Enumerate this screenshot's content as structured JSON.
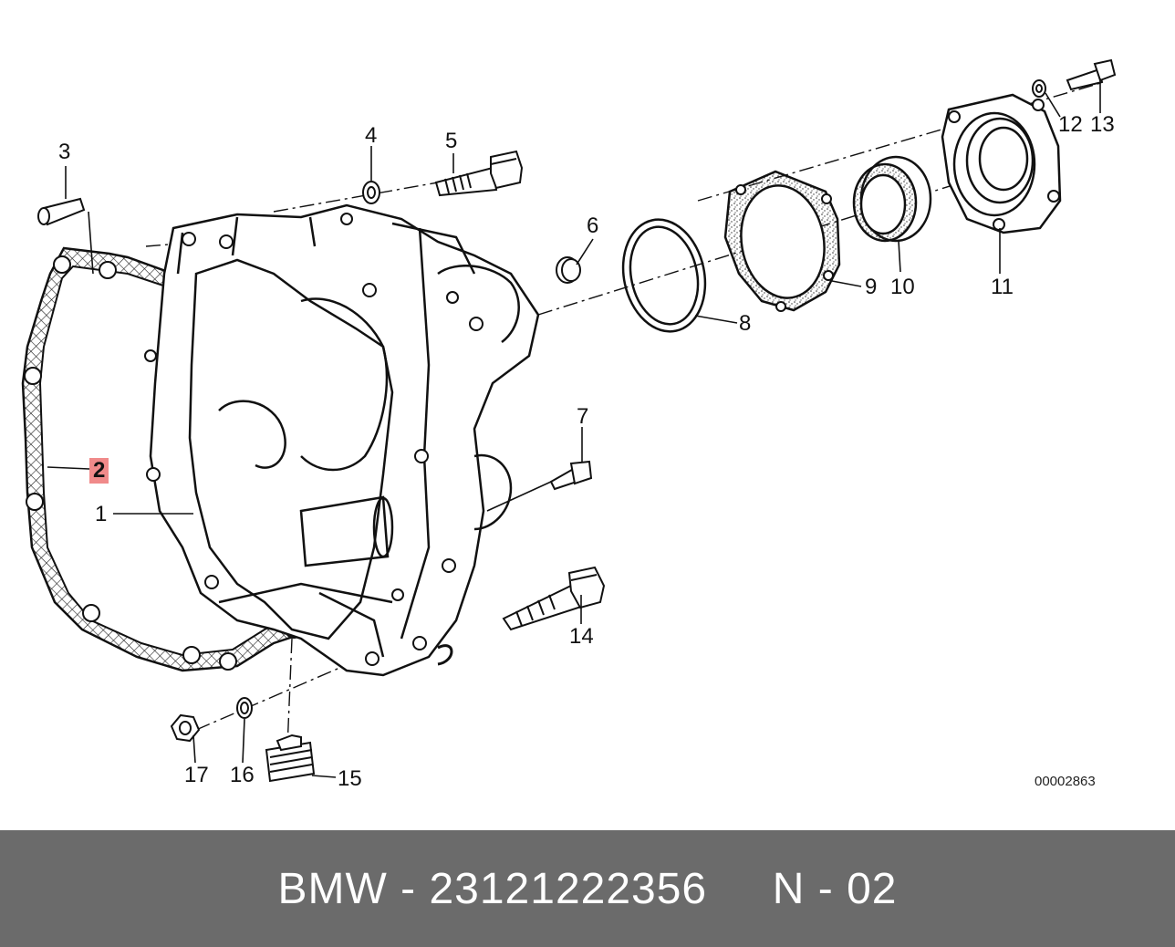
{
  "diagram": {
    "callouts": [
      {
        "id": "1",
        "label": "1"
      },
      {
        "id": "2",
        "label": "2",
        "highlighted": true
      },
      {
        "id": "3",
        "label": "3"
      },
      {
        "id": "4",
        "label": "4"
      },
      {
        "id": "5",
        "label": "5"
      },
      {
        "id": "6",
        "label": "6"
      },
      {
        "id": "7",
        "label": "7"
      },
      {
        "id": "8",
        "label": "8"
      },
      {
        "id": "9",
        "label": "9"
      },
      {
        "id": "10",
        "label": "10"
      },
      {
        "id": "11",
        "label": "11"
      },
      {
        "id": "12",
        "label": "12"
      },
      {
        "id": "13",
        "label": "13"
      },
      {
        "id": "14",
        "label": "14"
      },
      {
        "id": "15",
        "label": "15"
      },
      {
        "id": "16",
        "label": "16"
      },
      {
        "id": "17",
        "label": "17"
      }
    ],
    "reference_code": "00002863",
    "highlight_color": "#f08a8a"
  },
  "footer": {
    "text": "BMW - 23121222356     N - 02",
    "background": "#6b6b6b"
  }
}
